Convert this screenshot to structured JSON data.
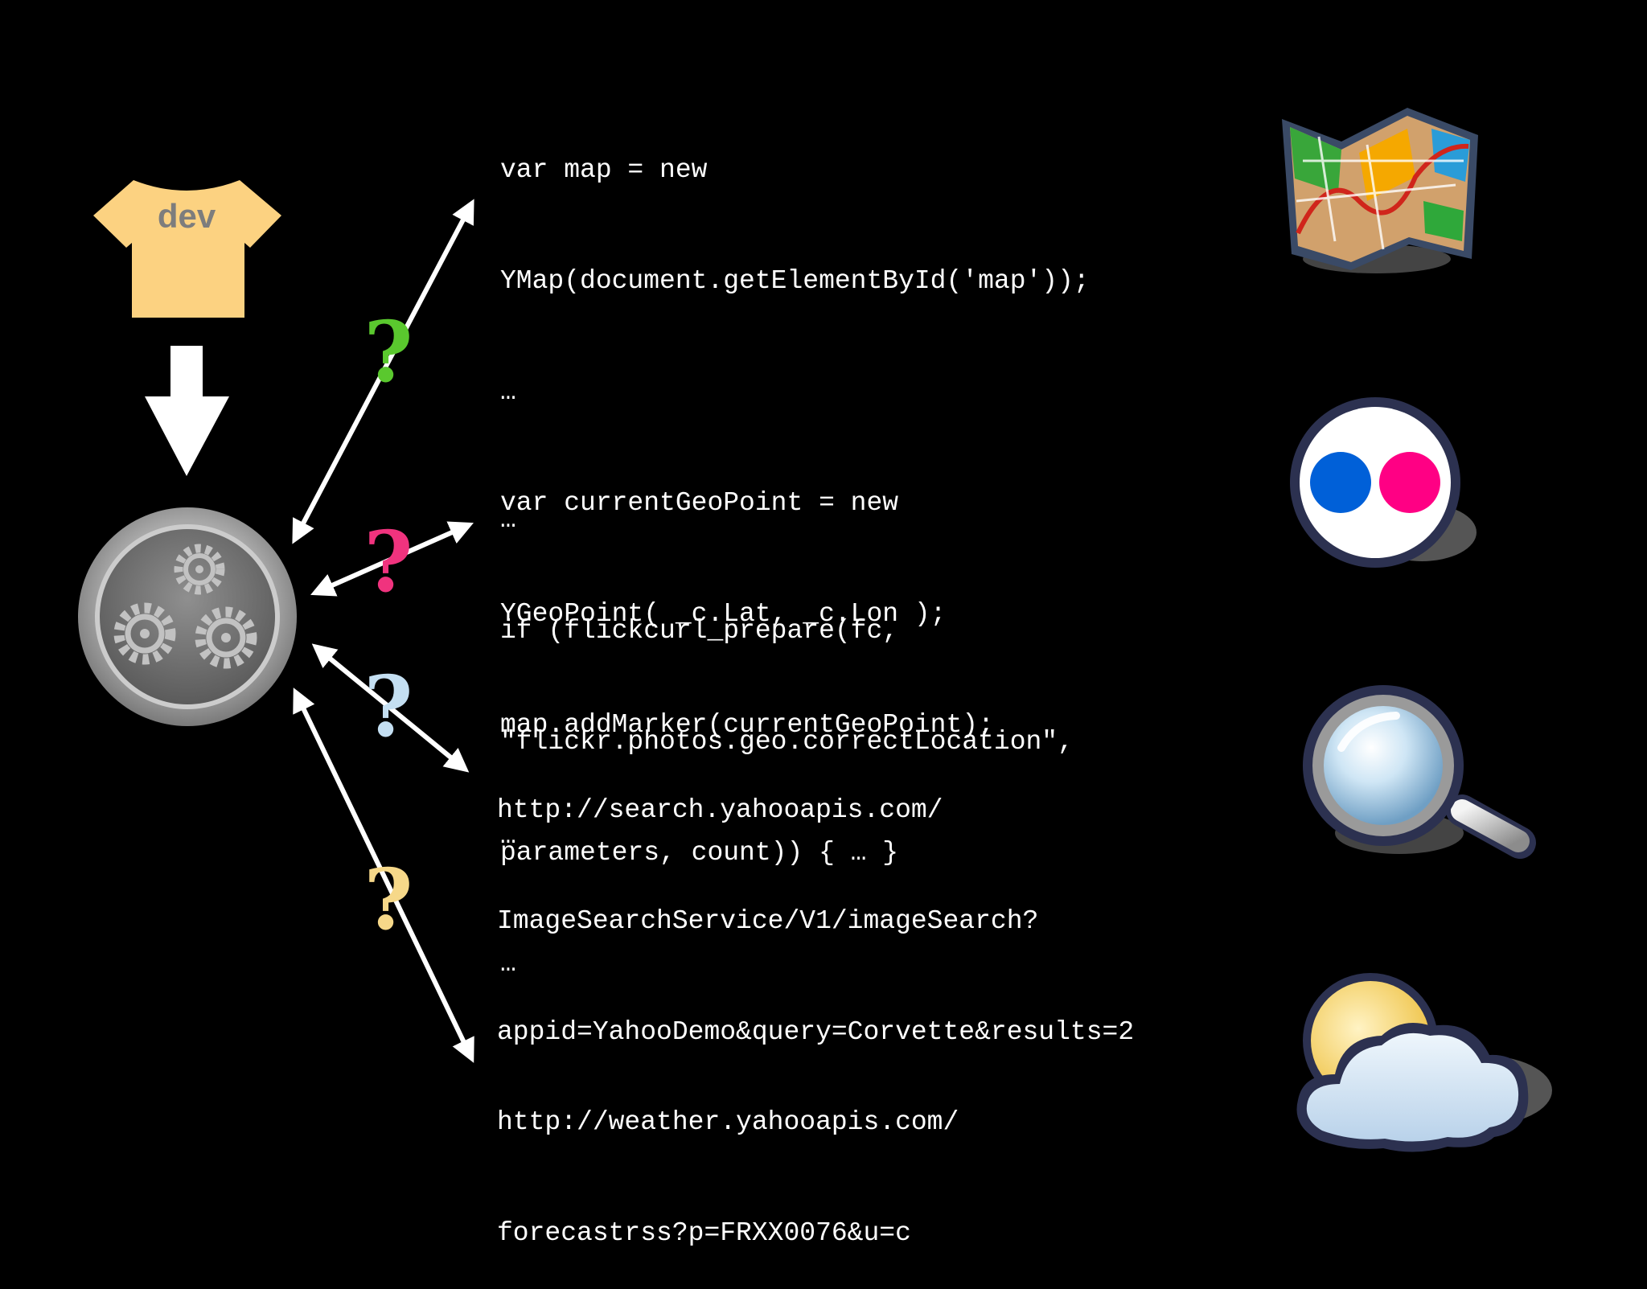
{
  "developer": {
    "shirt_label": "dev",
    "shirt_color": "#fcd281"
  },
  "colors": {
    "background": "#000000",
    "arrows": "#ffffff",
    "question_map": "#5ac82e",
    "question_flickr": "#f0337e",
    "question_search": "#c4dff2",
    "question_weather": "#f6d889"
  },
  "icons": {
    "shirt": "t-shirt-icon",
    "down_arrow": "down-arrow-icon",
    "engine": "gears-icon",
    "map": "map-icon",
    "flickr": "flickr-logo-icon",
    "search": "magnifier-icon",
    "weather": "sun-cloud-icon"
  },
  "apis": [
    {
      "id": "map",
      "question_mark": "?",
      "code_lines": [
        "var map = new",
        "YMap(document.getElementById('map'));",
        "…",
        "var currentGeoPoint = new",
        "YGeoPoint( _c.Lat, _c.Lon );",
        "map.addMarker(currentGeoPoint);",
        "…"
      ]
    },
    {
      "id": "flickr",
      "question_mark": "?",
      "code_lines": [
        "…",
        "if (flickcurl_prepare(fc,",
        "\"flickr.photos.geo.correctLocation\",",
        "parameters, count)) { … }",
        "…"
      ]
    },
    {
      "id": "search",
      "question_mark": "?",
      "code_lines": [
        "http://search.yahooapis.com/",
        "ImageSearchService/V1/imageSearch?",
        "appid=YahooDemo&query=Corvette&results=2"
      ]
    },
    {
      "id": "weather",
      "question_mark": "?",
      "code_lines": [
        "http://weather.yahooapis.com/",
        "forecastrss?p=FRXX0076&u=c"
      ]
    }
  ]
}
